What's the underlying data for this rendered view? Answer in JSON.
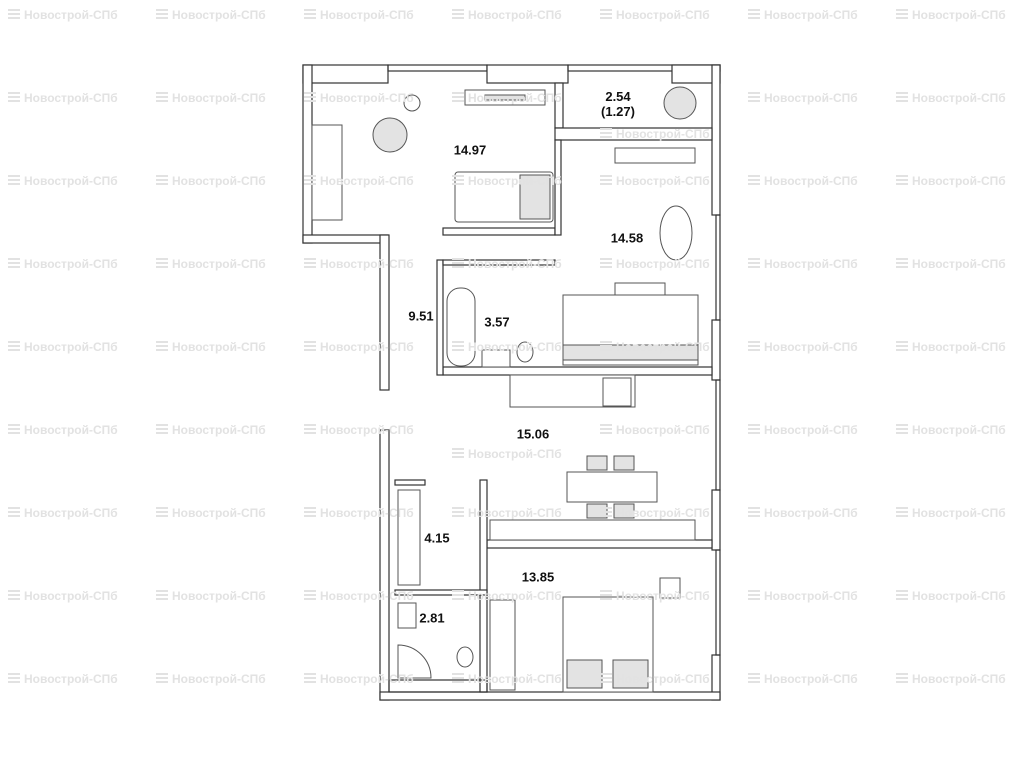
{
  "watermark": "Новострой-СПб",
  "rooms": [
    {
      "id": "room-1",
      "area": "14.97"
    },
    {
      "id": "balcony",
      "area": "2.54",
      "area_reduced": "(1.27)"
    },
    {
      "id": "living",
      "area": "14.58"
    },
    {
      "id": "hall",
      "area": "9.51"
    },
    {
      "id": "bathroom",
      "area": "3.57"
    },
    {
      "id": "kitchen",
      "area": "15.06"
    },
    {
      "id": "closet",
      "area": "4.15"
    },
    {
      "id": "bedroom",
      "area": "13.85"
    },
    {
      "id": "wc",
      "area": "2.81"
    }
  ],
  "colors": {
    "wall": "#3a3a3a",
    "furniture": "#e3e3e3",
    "line": "#555555"
  }
}
